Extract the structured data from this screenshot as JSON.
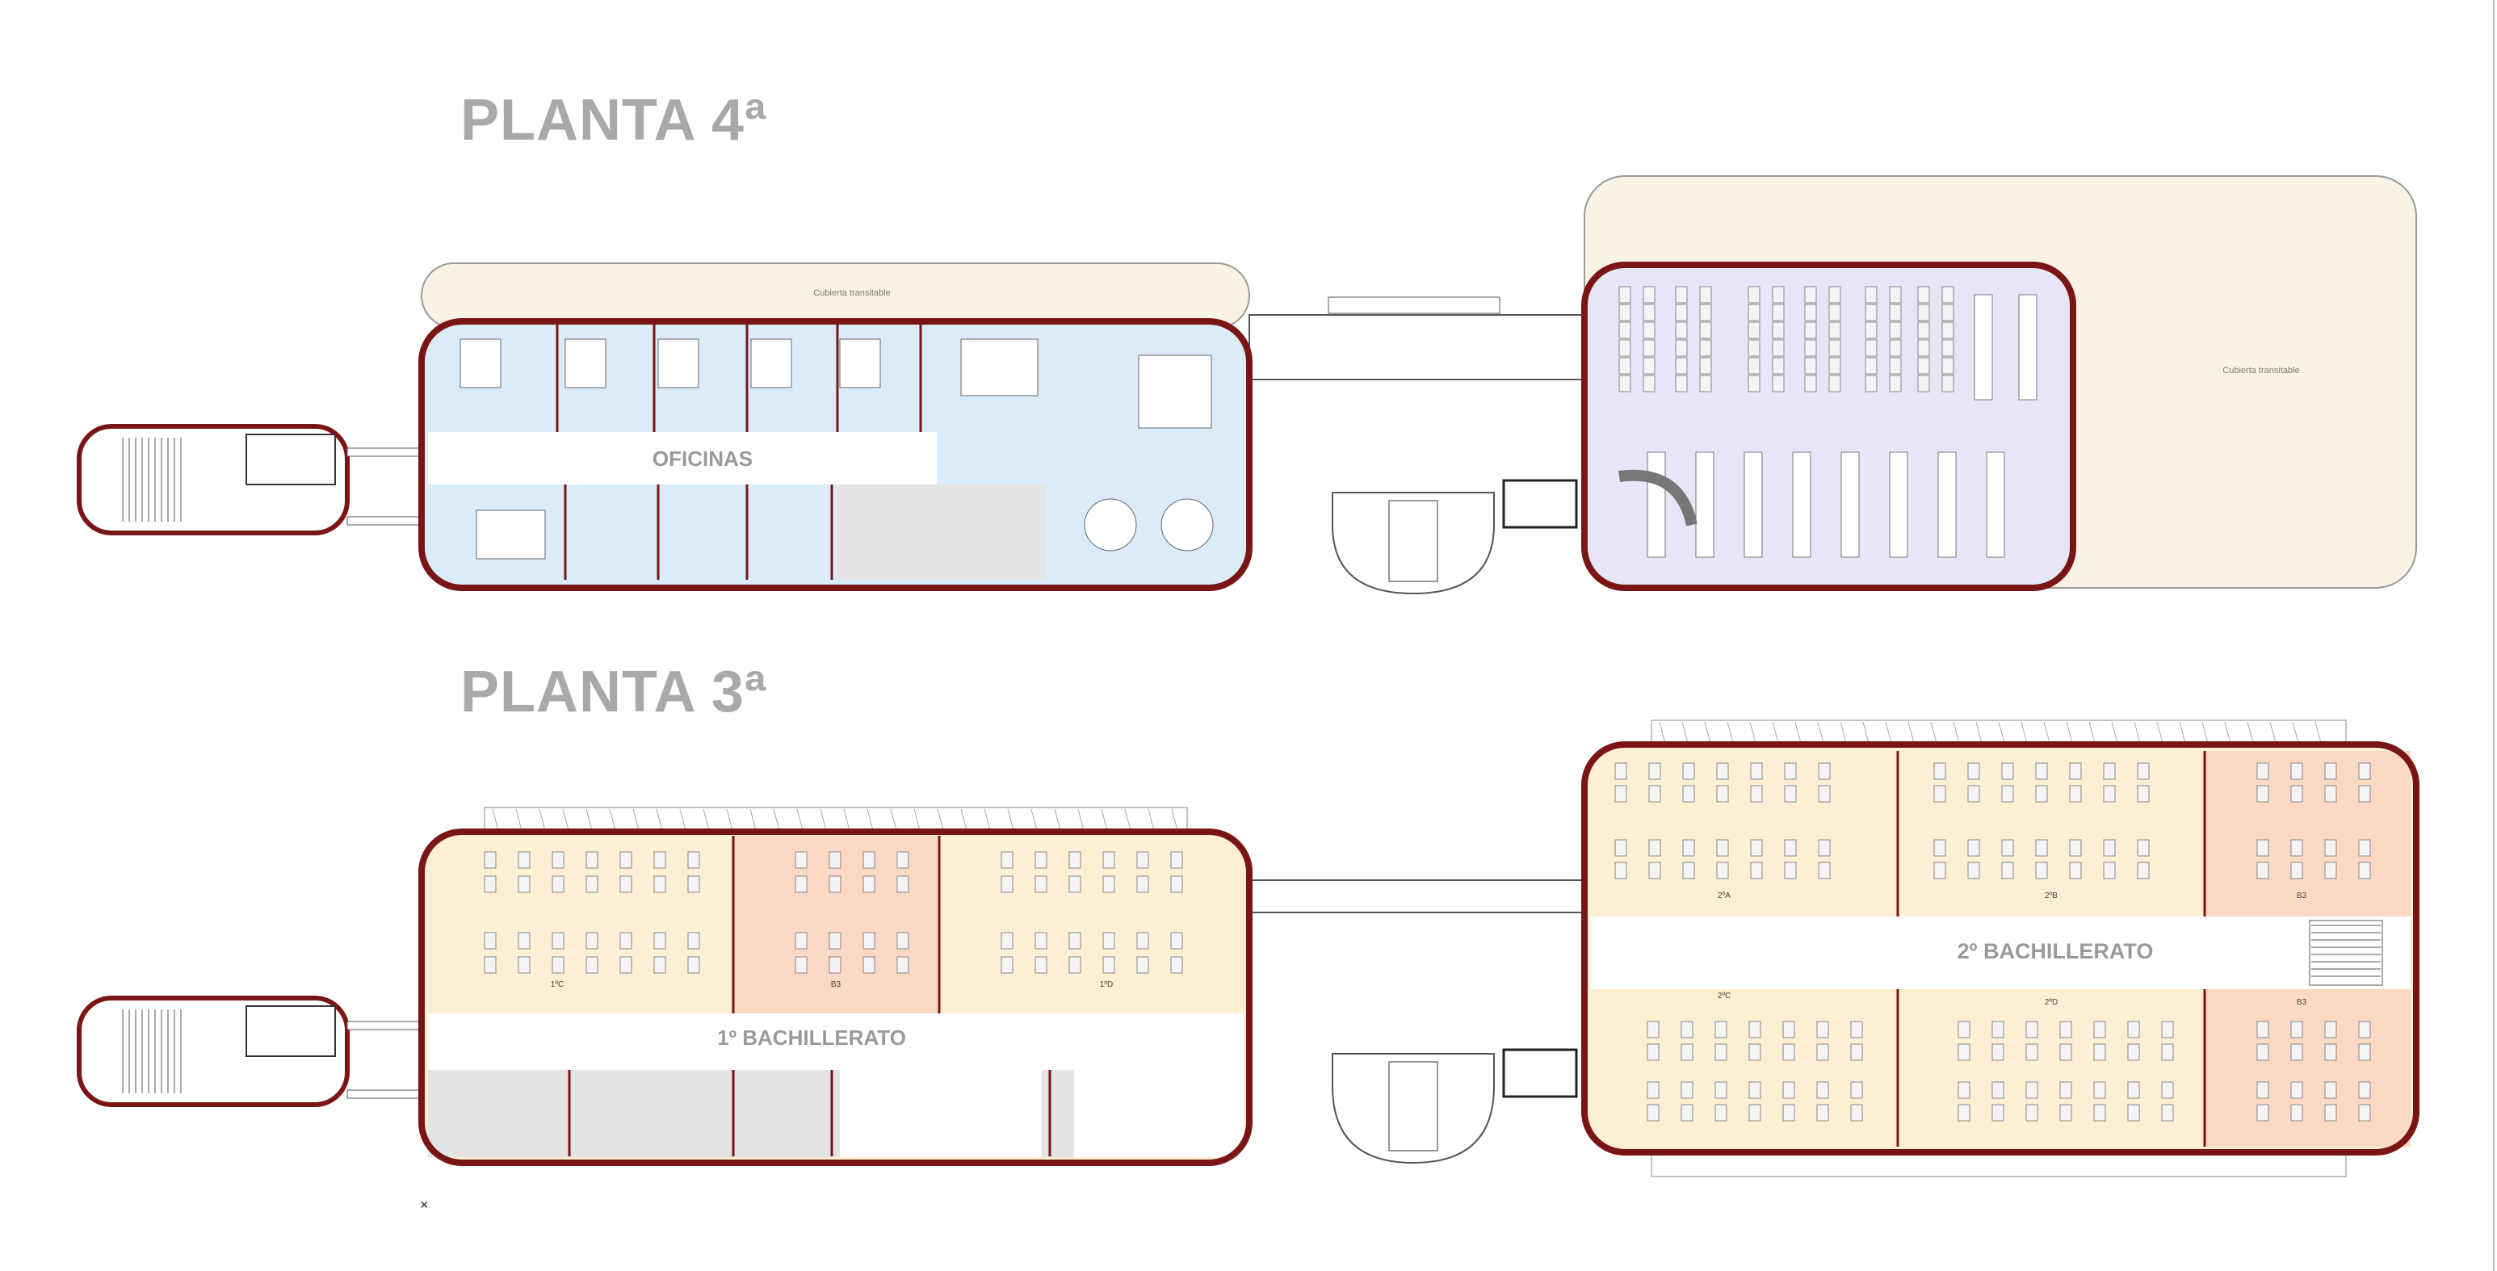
{
  "floors": {
    "upper": {
      "title": "PLANTA 4ª",
      "offices_label": "OFICINAS",
      "terrace_label": "Cubierta transitable",
      "terrace_right_label": "Cubierta transitable"
    },
    "lower": {
      "title": "PLANTA 3ª",
      "left_wing_label": "1º BACHILLERATO",
      "right_wing_label": "2º BACHILLERATO",
      "rooms": {
        "r1c": "1ºC",
        "r1d": "1ºD",
        "r1e": "B3",
        "r2a": "2ºA",
        "r2b": "2ºB",
        "r2c": "2ºC",
        "r2d": "2ºD",
        "b3a": "B3",
        "b3b": "B3"
      }
    }
  },
  "colors": {
    "wall": "#7a1515",
    "office_blue": "#dcebfa",
    "library_lilac": "#e6e6f8",
    "terrace": "#faf2e4",
    "classroom": "#fdefd4",
    "classroom_alt": "#fbd9c5",
    "service_gray": "#e4e4e4",
    "desk": "#f4f4f4"
  }
}
